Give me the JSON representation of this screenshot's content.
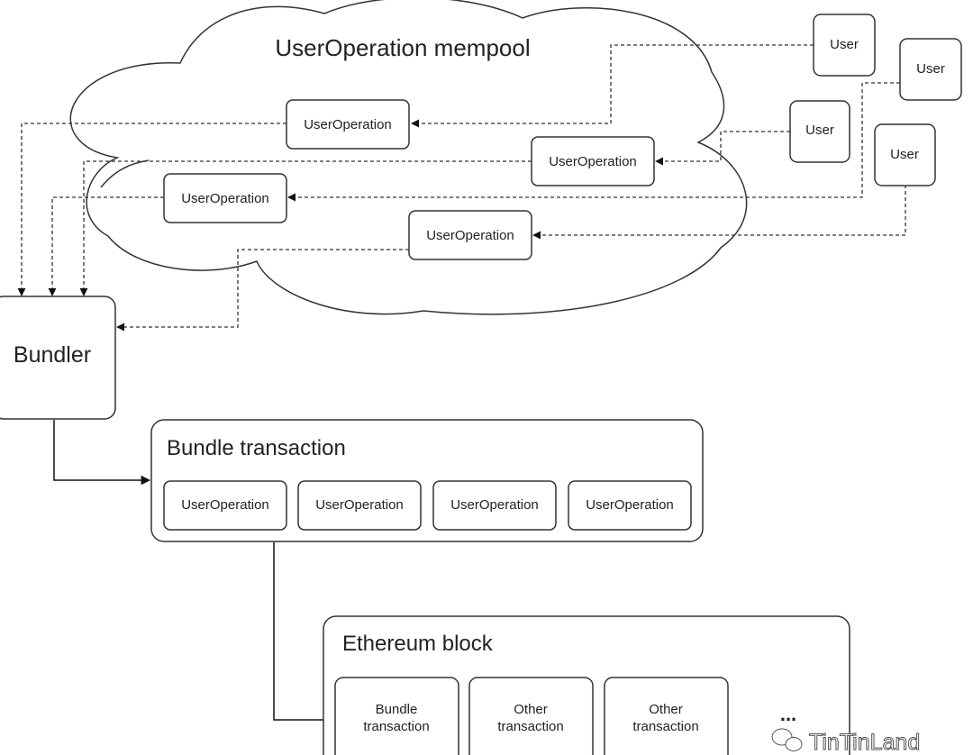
{
  "mempool": {
    "title": "UserOperation mempool"
  },
  "users": [
    {
      "label": "User"
    },
    {
      "label": "User"
    },
    {
      "label": "User"
    },
    {
      "label": "User"
    }
  ],
  "mempool_ops": [
    {
      "label": "UserOperation"
    },
    {
      "label": "UserOperation"
    },
    {
      "label": "UserOperation"
    },
    {
      "label": "UserOperation"
    }
  ],
  "bundler": {
    "label": "Bundler"
  },
  "bundle_tx": {
    "title": "Bundle transaction",
    "ops": [
      {
        "label": "UserOperation"
      },
      {
        "label": "UserOperation"
      },
      {
        "label": "UserOperation"
      },
      {
        "label": "UserOperation"
      }
    ]
  },
  "eth_block": {
    "title": "Ethereum block",
    "items": [
      {
        "line1": "Bundle",
        "line2": "transaction"
      },
      {
        "line1": "Other",
        "line2": "transaction"
      },
      {
        "line1": "Other",
        "line2": "transaction"
      }
    ],
    "ellipsis": "..."
  },
  "watermark": {
    "text": "TinTinLand",
    "icon": "wechat-icon"
  }
}
